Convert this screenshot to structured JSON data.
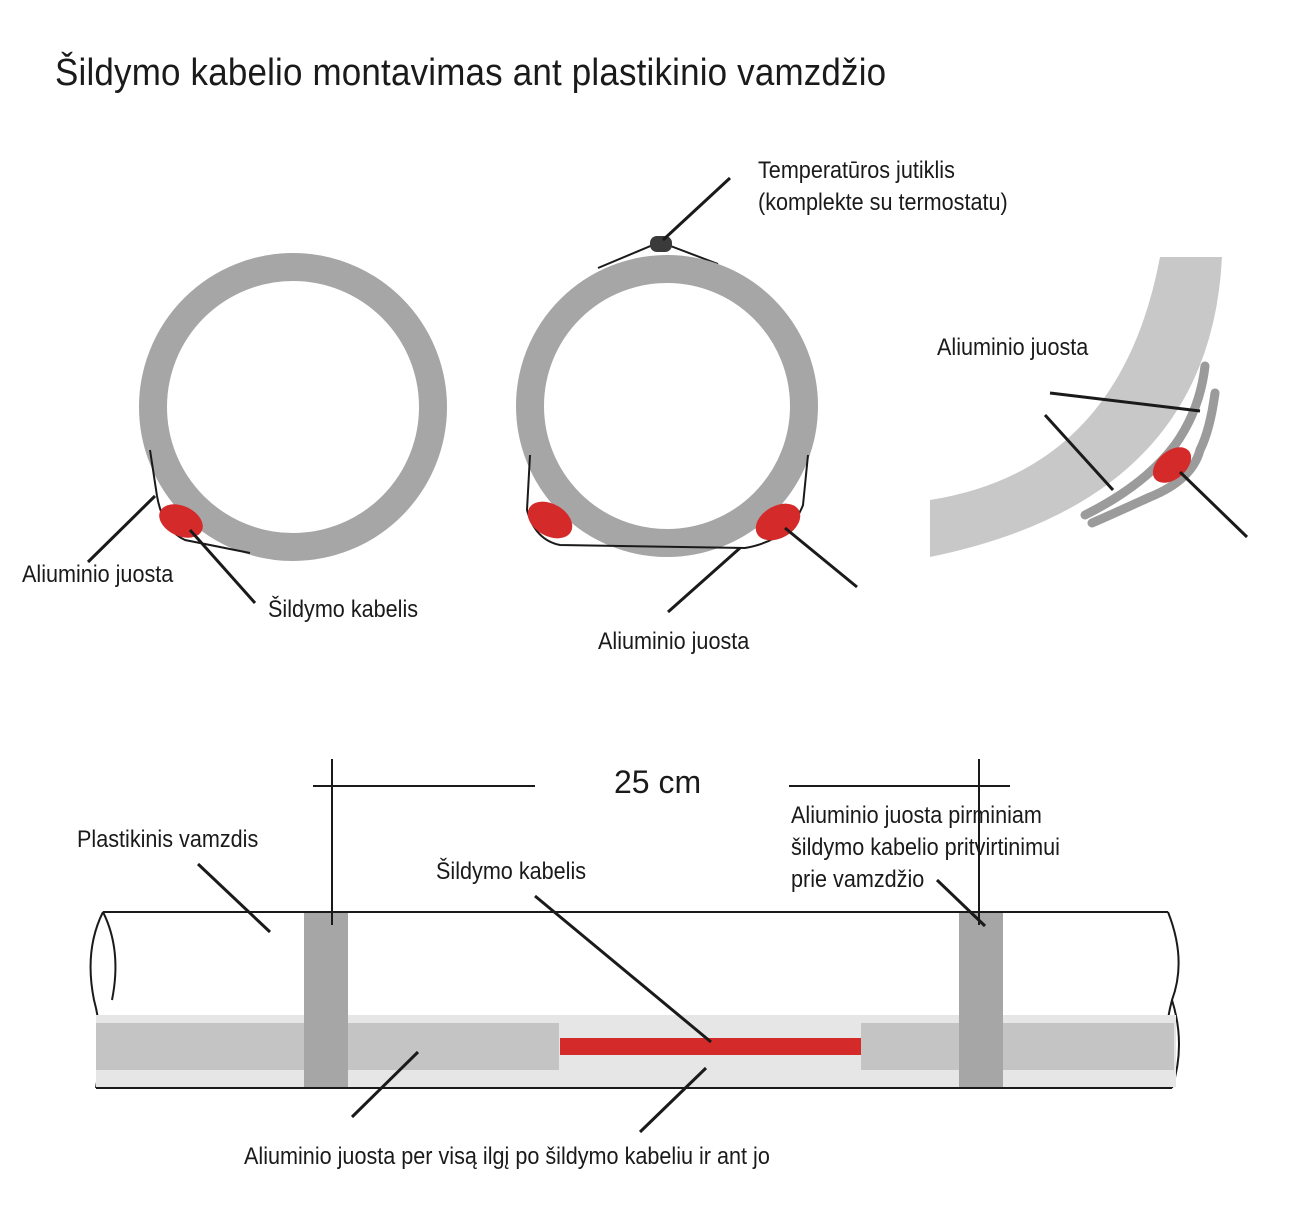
{
  "title": "Šildymo kabelio montavimas ant plastikinio vamzdžio",
  "labels": {
    "sensor_line1": "Temperatūros jutiklis",
    "sensor_line2": "(komplekte su termostatu)",
    "foil_left": "Aliuminio juosta",
    "cable_left": "Šildymo kabelis",
    "foil_middle": "Aliuminio juosta",
    "foil_right": "Aliuminio juosta",
    "dimension": "25 cm",
    "plastic_pipe": "Plastikinis vamzdis",
    "cable_bottom": "Šildymo kabelis",
    "foil_primary_line1": "Aliuminio juosta pirminiam",
    "foil_primary_line2": "šildymo kabelio pritvirtinimui",
    "foil_primary_line3": "prie vamzdžio",
    "foil_full_length": "Aliuminio juosta per visą ilgį po šildymo kabeliu ir ant jo"
  },
  "colors": {
    "pipe": "#a6a6a6",
    "pipe_light": "#c8c8c8",
    "cable": "#d42a2a",
    "foil": "#9b9b9b",
    "sensor": "#3a3a3a",
    "line": "#1a1a1a"
  }
}
